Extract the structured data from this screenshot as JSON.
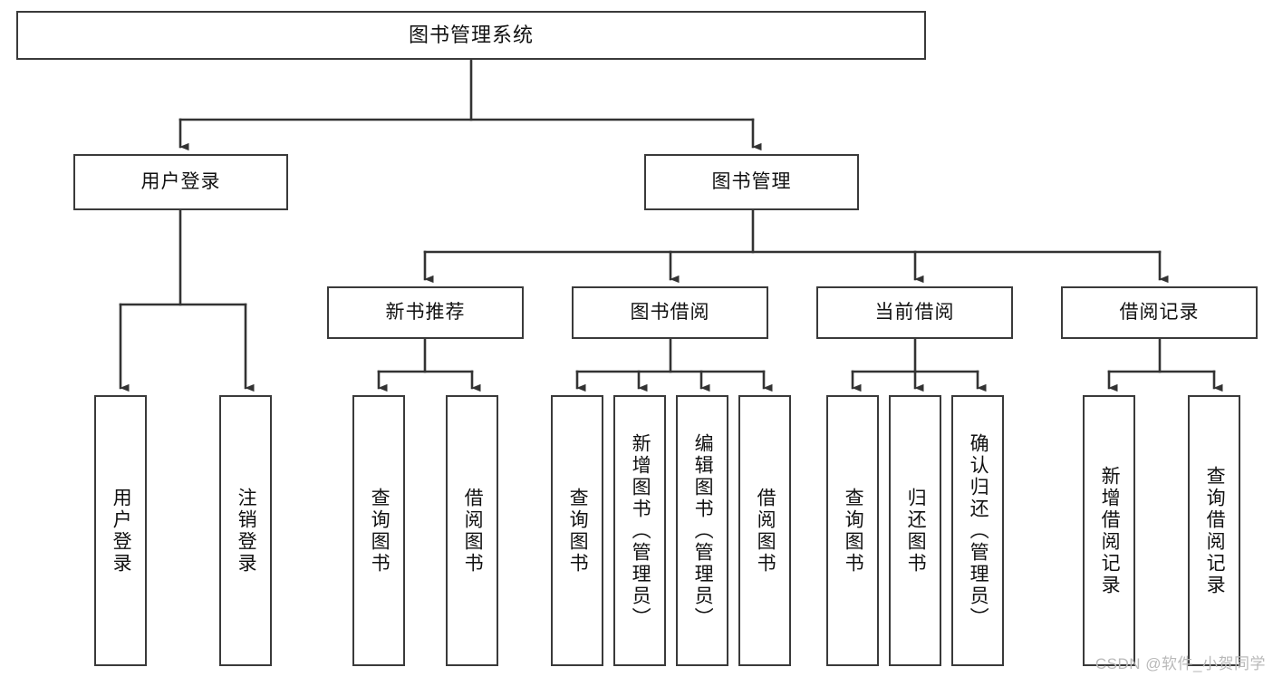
{
  "diagram": {
    "type": "tree-hierarchy-diagram",
    "title": "图书管理系统",
    "watermark": "CSDN @软件_小贺同学",
    "colors": {
      "box_border": "#3a3a3a",
      "box_fill": "#ffffff",
      "connector": "#333333",
      "text": "#111111",
      "watermark": "#b9b9b9",
      "background": "#ffffff"
    },
    "root": {
      "label": "图书管理系统"
    },
    "level2": [
      {
        "label": "用户登录"
      },
      {
        "label": "图书管理"
      }
    ],
    "level3": [
      {
        "label": "新书推荐"
      },
      {
        "label": "图书借阅"
      },
      {
        "label": "当前借阅"
      },
      {
        "label": "借阅记录"
      }
    ],
    "leaves": {
      "user_login": [
        {
          "label": "用户登录"
        },
        {
          "label": "注销登录"
        }
      ],
      "new_book_recommend": [
        {
          "label": "查询图书"
        },
        {
          "label": "借阅图书"
        }
      ],
      "book_borrow": [
        {
          "label": "查询图书"
        },
        {
          "label": "新增图书（管理员）"
        },
        {
          "label": "编辑图书（管理员）"
        },
        {
          "label": "借阅图书"
        }
      ],
      "current_borrow": [
        {
          "label": "查询图书"
        },
        {
          "label": "归还图书"
        },
        {
          "label": "确认归还（管理员）"
        }
      ],
      "borrow_record": [
        {
          "label": "新增借阅记录"
        },
        {
          "label": "查询借阅记录"
        }
      ]
    }
  }
}
